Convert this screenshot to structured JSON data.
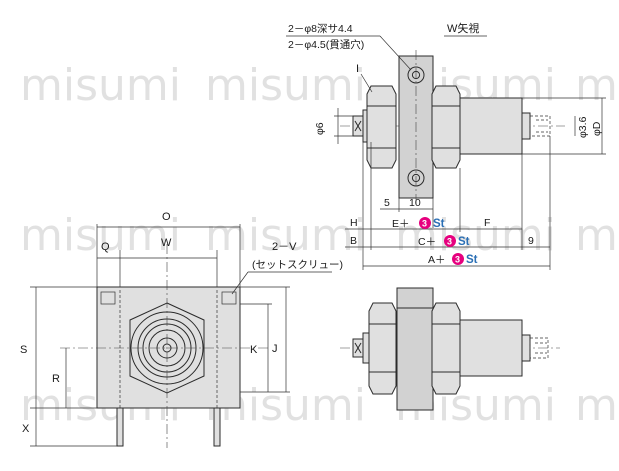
{
  "watermark": "misumi",
  "colors": {
    "stroke_accent": "#2a6fb5",
    "badge_magenta": "#e6007e",
    "part_fill": "#e0e0e0"
  },
  "labels": {
    "hole_1": "2－φ8深サ4.4",
    "hole_2": "2－φ4.5(貫通穴)",
    "view_w": "W矢視",
    "lead_I": "I",
    "phi6": "φ6",
    "phi36": "φ3.6",
    "phiD": "φD",
    "H": "H",
    "B": "B",
    "d5": "5",
    "d10": "10",
    "F": "F",
    "d9": "9",
    "E_plus": "E＋",
    "C_plus": "C＋",
    "A_plus": "A＋",
    "badge_num": "3",
    "st": "St",
    "O": "O",
    "Q": "Q",
    "W": "W",
    "V_label": "2－V",
    "V_note": "(セットスクリュー)",
    "S": "S",
    "R": "R",
    "K": "K",
    "J": "J",
    "X": "X"
  }
}
